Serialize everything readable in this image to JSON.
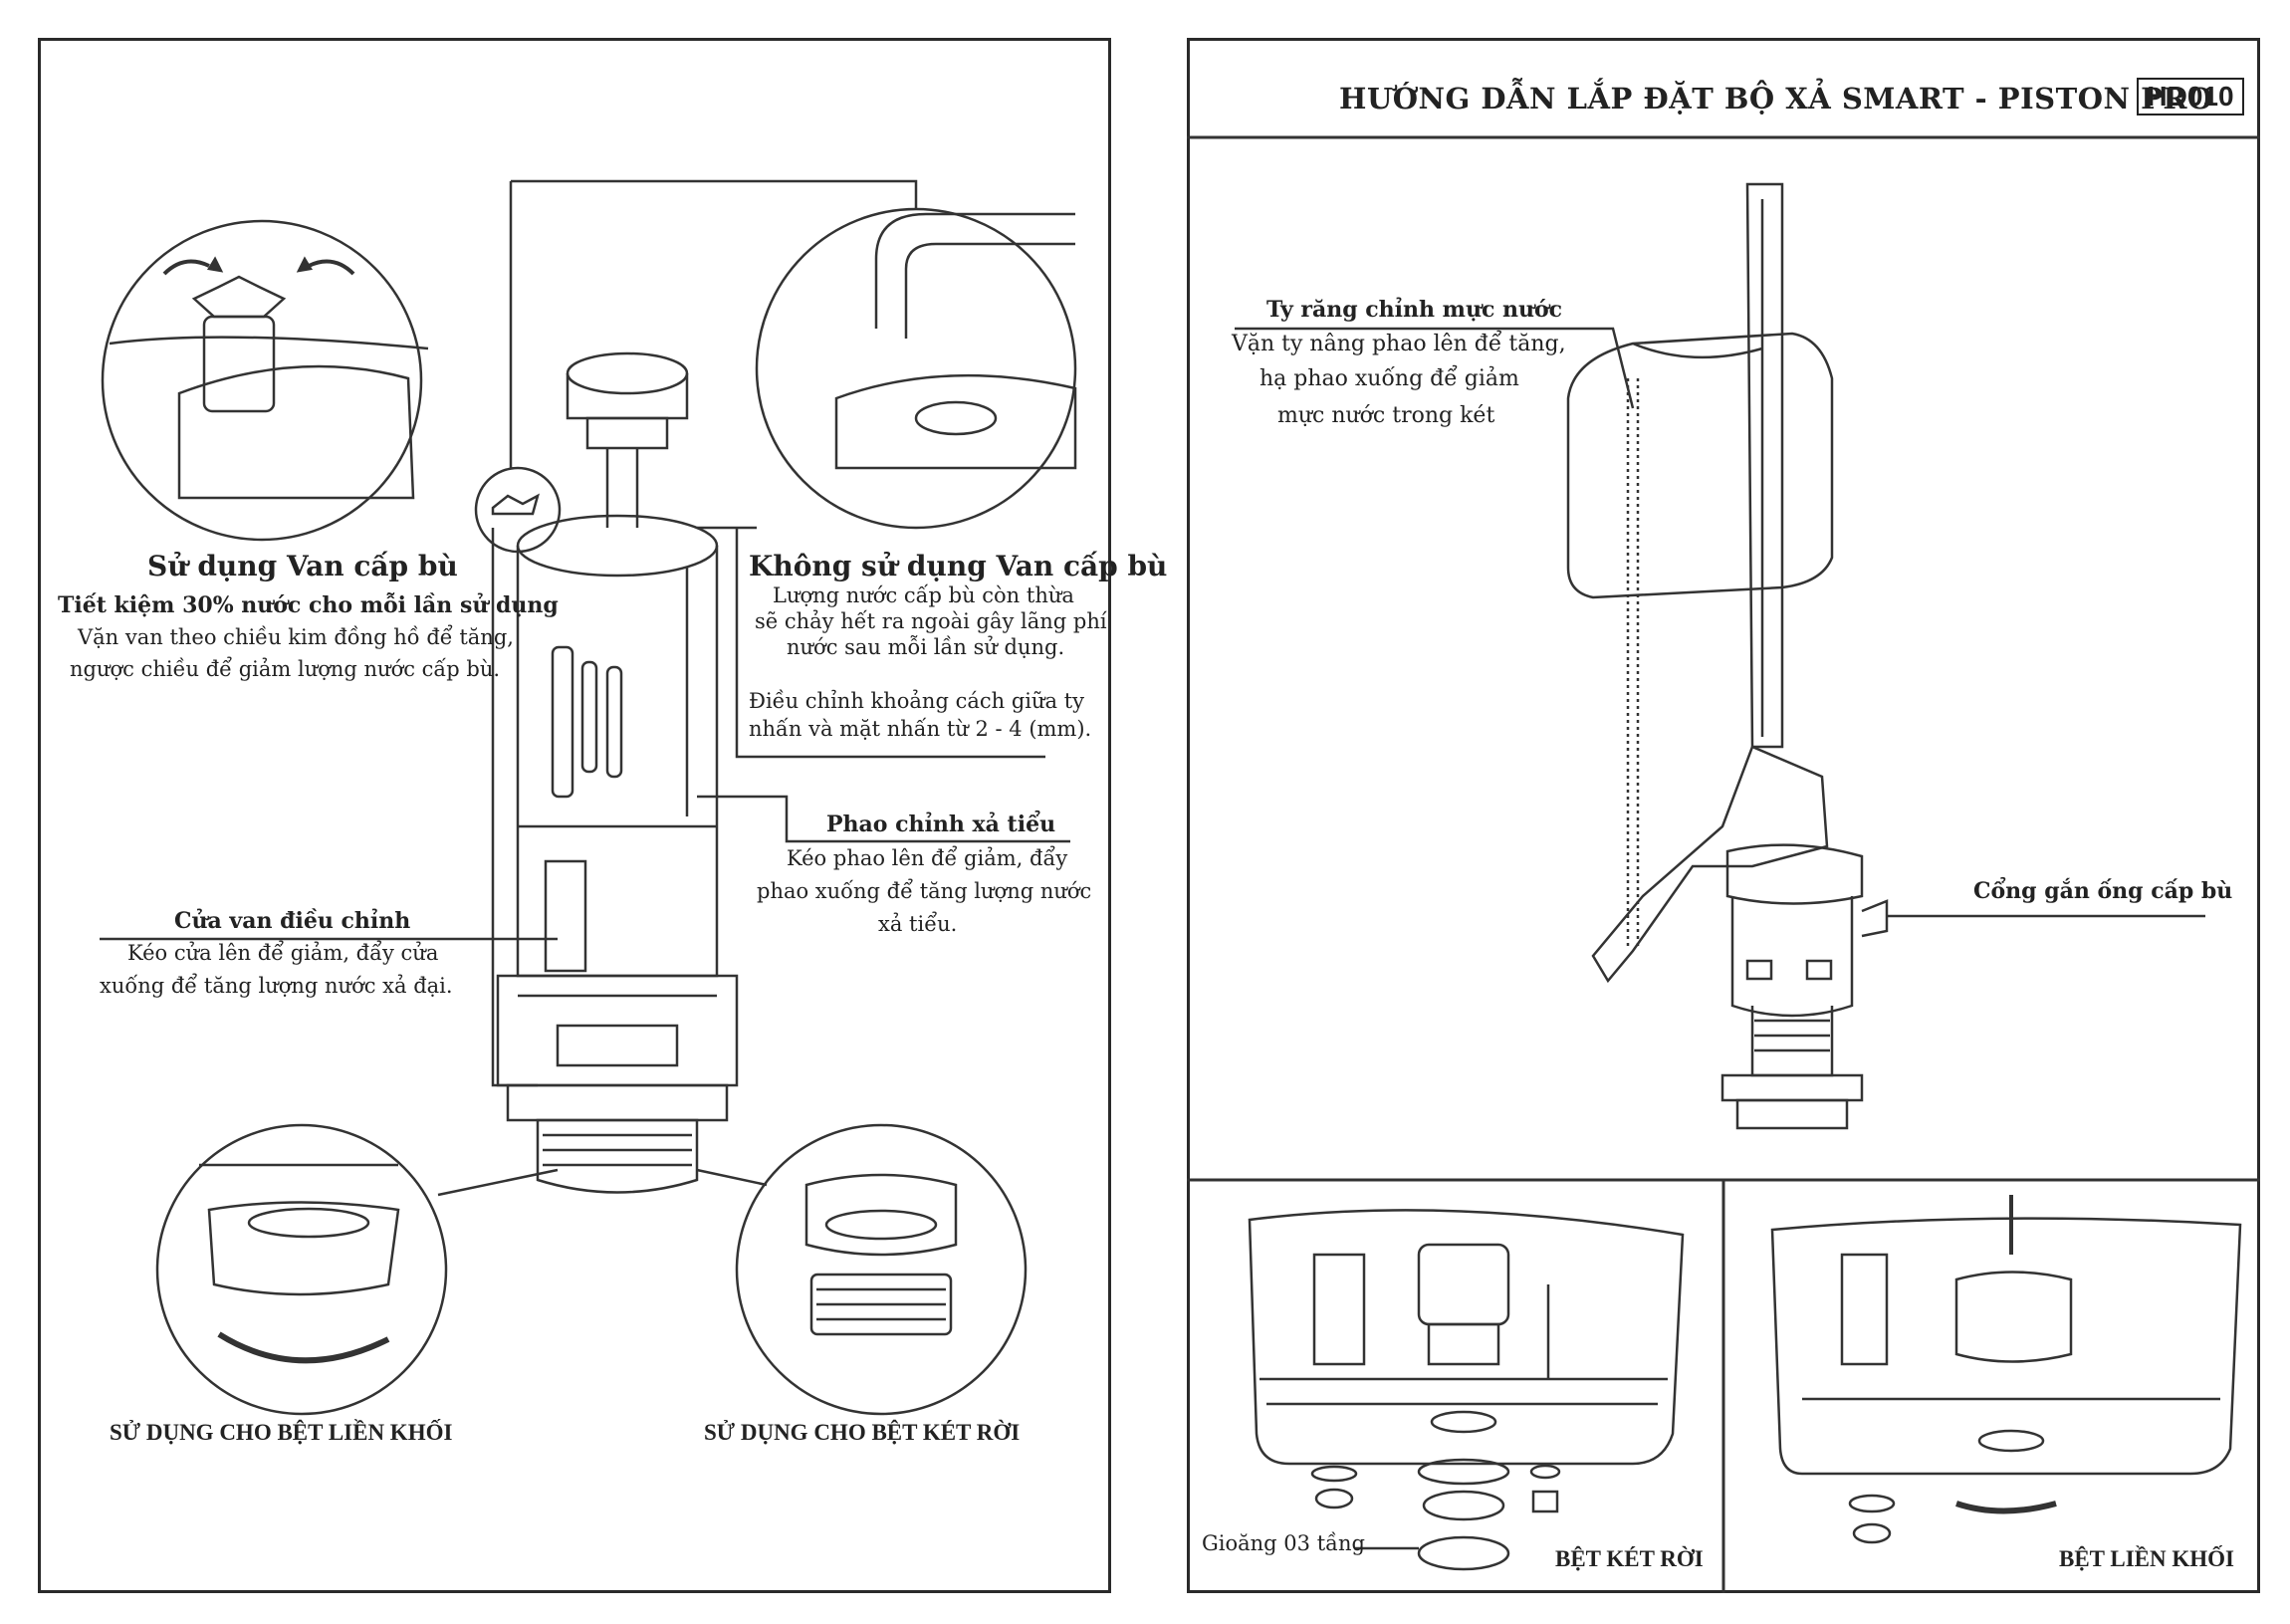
{
  "header": {
    "title": "HƯỚNG DẪN LẮP ĐẶT BỘ XẢ SMART - PISTON PRO",
    "code": "HD010"
  },
  "left": {
    "use_valve": {
      "title": "Sử dụng Van cấp bù",
      "subtitle": "Tiết kiệm 30%  nước cho mỗi lần sử dụng",
      "line1": "Vặn van theo chiều kim đồng hồ để tăng,",
      "line2": "ngược chiều để giảm lượng nước cấp bù."
    },
    "no_valve": {
      "title": "Không sử dụng Van cấp bù",
      "line1": "Lượng nước cấp bù còn thừa",
      "line2": "sẽ chảy hết ra ngoài gây lãng phí",
      "line3": "nước sau mỗi lần sử dụng.",
      "line4": "Điều chỉnh khoảng cách giữa ty",
      "line5": "nhấn và mặt nhấn từ 2 - 4 (mm)."
    },
    "float": {
      "title": "Phao chỉnh xả tiểu",
      "line1": "Kéo phao lên để giảm, đẩy",
      "line2": "phao xuống để tăng lượng nước",
      "line3": "xả tiểu."
    },
    "gate": {
      "title": "Cửa van điều chỉnh",
      "line1": "Kéo cửa lên để giảm, đẩy cửa",
      "line2": "xuống để tăng lượng nước xả đại."
    },
    "caption_one_piece": "SỬ DỤNG CHO BỆT LIỀN KHỐI",
    "caption_two_piece": "SỬ DỤNG CHO BỆT KÉT RỜI"
  },
  "right": {
    "rod": {
      "title": "Ty răng chỉnh mực nước",
      "line1": "Vặn ty nâng phao lên để tăng,",
      "line2": "hạ phao xuống để giảm",
      "line3": "mực nước trong két"
    },
    "port_label": "Cổng gắn ống cấp bù",
    "gasket_label": "Gioăng 03 tầng",
    "bottom_left_caption": "BỆT KÉT RỜI",
    "bottom_right_caption": "BỆT LIỀN KHỐI"
  }
}
